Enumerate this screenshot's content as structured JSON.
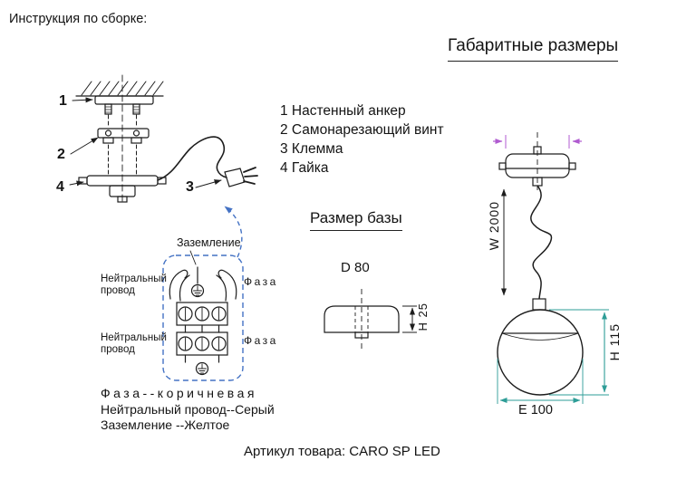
{
  "header": {
    "assembly_title": "Инструкция по сборке:",
    "dimensions_title": "Габаритные размеры"
  },
  "parts": {
    "items": [
      "1 Настенный анкер",
      "2 Самонарезающий винт",
      "3 Клемма",
      "4 Гайка"
    ]
  },
  "assembly": {
    "callout_anchor": "1",
    "callout_screw": "2",
    "callout_nut": "4",
    "callout_terminal": "3"
  },
  "wiring": {
    "ground_label": "Заземление",
    "neutral_label": "Нейтральный провод",
    "phase_label": "Фаза",
    "legend": [
      "Фаза--коричневая",
      "Нейтральный провод--Серый",
      "Заземление --Желтое"
    ]
  },
  "base": {
    "title": "Размер базы",
    "diameter_label": "D 80",
    "height_label": "H 25"
  },
  "lamp": {
    "wire_label": "W 2000",
    "height_label": "H 115",
    "width_label": "E 100"
  },
  "footer": {
    "article": "Артикул товара: CARO SP LED"
  },
  "colors": {
    "line": "#1d1d1d",
    "wiring_box": "#4472c4",
    "dim_teal": "#2e9d97",
    "dim_purple": "#b05bd0"
  }
}
